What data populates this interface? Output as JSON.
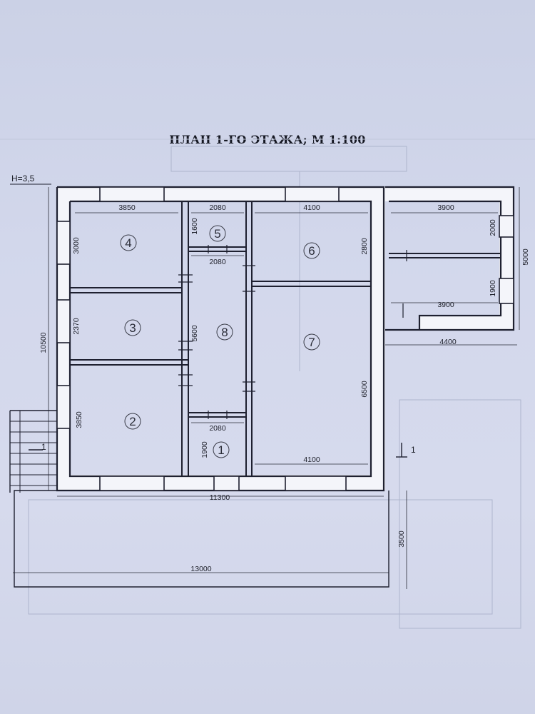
{
  "plan": {
    "title": "ПЛАН 1-ГО ЭТАЖА; М 1:100",
    "level_mark": "H=3,5",
    "section_mark": "1",
    "rooms": [
      "1",
      "2",
      "3",
      "4",
      "5",
      "6",
      "7",
      "8"
    ],
    "dimensions": {
      "r4_width": "3850",
      "r5_width": "2080",
      "r6_width": "4100",
      "annex_top_width": "3900",
      "r4_height": "3000",
      "r5_height": "1600",
      "r5_bottom_width": "2080",
      "r6_height": "2800",
      "annex_top_height": "2000",
      "annex_total_height": "5000",
      "r3_height": "2370",
      "r8_height": "5600",
      "annex_bottom_height": "1900",
      "annex_bottom_width": "3900",
      "annex_overall_width": "4400",
      "total_height": "10500",
      "r7_height": "6500",
      "r2_height": "3850",
      "r1_top_width": "2080",
      "r1_height": "1900",
      "r7_width": "4100",
      "total_width_inner": "11300",
      "porch_depth": "3500",
      "total_width": "13000"
    }
  }
}
